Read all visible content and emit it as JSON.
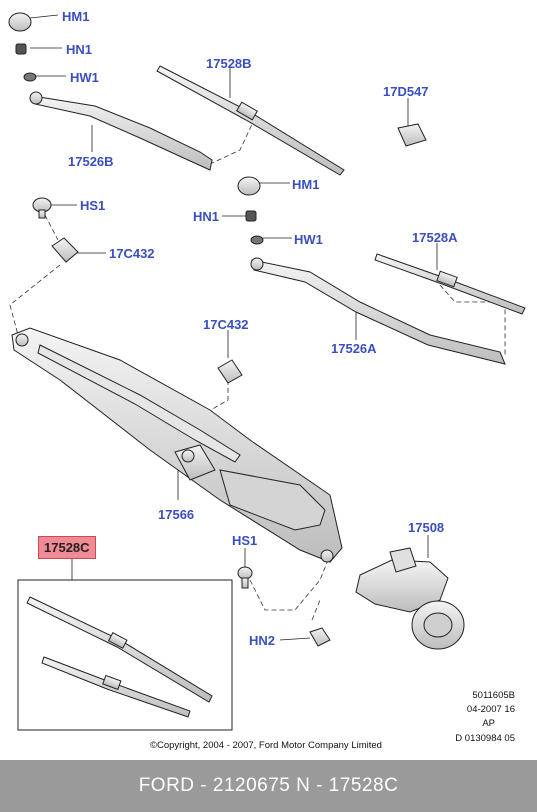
{
  "callouts": {
    "hm1_top": "HM1",
    "hn1_top": "HN1",
    "hw1_top": "HW1",
    "p17528b": "17528B",
    "p17526b": "17526B",
    "p17d547": "17D547",
    "hs1_top": "HS1",
    "p17c432_left": "17C432",
    "hm1_mid": "HM1",
    "hn1_mid": "HN1",
    "hw1_mid": "HW1",
    "p17528a": "17528A",
    "p17526a": "17526A",
    "p17c432_mid": "17C432",
    "p17566": "17566",
    "p17508": "17508",
    "hs1_bottom": "HS1",
    "hn2": "HN2",
    "p17528c": "17528C"
  },
  "meta": {
    "line1": "5011605B",
    "line2": "04-2007 16",
    "line3": "AP",
    "line4": "D 0130984 05"
  },
  "copyright": "©Copyright, 2004 - 2007, Ford Motor Company Limited",
  "footer": {
    "text": "FORD - 2120675     N - 17528C"
  },
  "colors": {
    "callout_text": "#3a4fc0",
    "highlight_fill": "#f08a94",
    "footer_bg": "#9a9a9a"
  }
}
